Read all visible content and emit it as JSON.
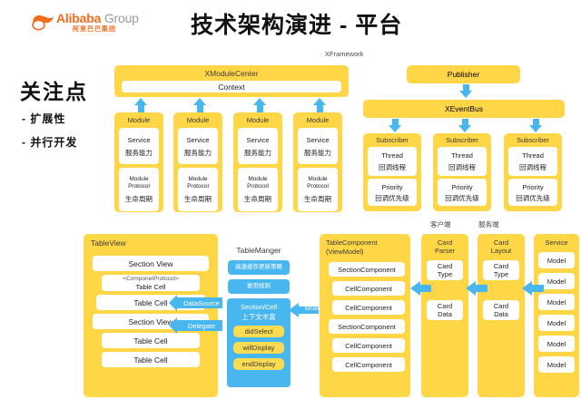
{
  "header": {
    "logo_text": "Alibaba",
    "logo_group": " Group",
    "logo_cn": "阿里巴巴集团",
    "title": "技术架构演进 - 平台"
  },
  "left_panel": {
    "heading": "关注点",
    "items": [
      "- 扩展性",
      "- 并行开发"
    ]
  },
  "framework": {
    "label": "XFramework",
    "module_center": {
      "title": "XModuleCenter",
      "context": "Context"
    },
    "modules": [
      {
        "title": "Module",
        "service_en": "Service",
        "service_cn": "服务能力",
        "protocol_en": "Module\nProtocol",
        "protocol_cn": "生命周期"
      },
      {
        "title": "Module",
        "service_en": "Service",
        "service_cn": "服务能力",
        "protocol_en": "Module\nProtocol",
        "protocol_cn": "生命周期"
      },
      {
        "title": "Module",
        "service_en": "Service",
        "service_cn": "服务能力",
        "protocol_en": "Module\nProtocol",
        "protocol_cn": "生命周期"
      },
      {
        "title": "Module",
        "service_en": "Service",
        "service_cn": "服务能力",
        "protocol_en": "Module\nProtocol",
        "protocol_cn": "生命周期"
      }
    ],
    "publisher": "Publisher",
    "event_bus": "XEventBus",
    "subscribers": [
      {
        "title": "Subscriber",
        "thread_en": "Thread",
        "thread_cn": "回调线程",
        "priority_en": "Priority",
        "priority_cn": "回调优先级"
      },
      {
        "title": "Subscriber",
        "thread_en": "Thread",
        "thread_cn": "回调线程",
        "priority_en": "Priority",
        "priority_cn": "回调优先级"
      },
      {
        "title": "Subscriber",
        "thread_en": "Thread",
        "thread_cn": "回调线程",
        "priority_en": "Priority",
        "priority_cn": "回调优先级"
      }
    ]
  },
  "side_labels": {
    "client": "客户端",
    "server": "服务端"
  },
  "bottom": {
    "table_view": {
      "title": "TableView",
      "rows": [
        {
          "main": "Section View",
          "sub": ""
        },
        {
          "main": "Table Cell",
          "sub": "<ComponetProtocol>"
        },
        {
          "main": "Table Cell",
          "sub": ""
        },
        {
          "main": "Section View",
          "sub": ""
        },
        {
          "main": "Table Cell",
          "sub": ""
        },
        {
          "main": "Table Cell",
          "sub": ""
        }
      ]
    },
    "connectors": {
      "datasource": "DataSource",
      "delegate": "Delegate",
      "binding": "binding"
    },
    "table_manager": {
      "title": "TableManger",
      "blue_items": [
        "高速缓存更新策略",
        "复用规则"
      ],
      "context_box": {
        "title": "Section/Cell",
        "subtitle": "上下文丰富",
        "items": [
          "didSelect",
          "willDisplay",
          "endDisplay"
        ]
      }
    },
    "table_component": {
      "title": "TableComponent",
      "subtitle": "(ViewModel)",
      "items": [
        "SectionComponent",
        "CellComponent",
        "CellComponent",
        "SectionComponent",
        "CellComponent",
        "CellComponent"
      ]
    },
    "card_parser": {
      "title": "Card\nParser",
      "type": "Card\nType",
      "data": "Card\nData"
    },
    "card_layout": {
      "title": "Card\nLayout",
      "type": "Card\nType",
      "data": "Card\nData"
    },
    "service": {
      "title": "Service",
      "models": [
        "Model",
        "Model",
        "Model",
        "Model",
        "Model",
        "Model"
      ]
    }
  },
  "colors": {
    "yellow": "#ffd646",
    "blue": "#49b7ef",
    "orange": "#f06c1e",
    "white": "#ffffff"
  }
}
